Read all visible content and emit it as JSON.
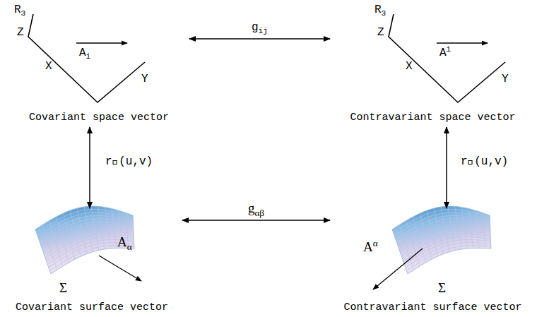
{
  "diagram": {
    "nodes": [
      {
        "text": [
          "Covariant space vector"
        ]
      },
      {
        "text": [
          "Contravariant space vector"
        ]
      },
      {
        "text": [
          "Covariant surface vector"
        ]
      },
      {
        "text": [
          "Contravariant surface vector"
        ]
      }
    ],
    "edges": [
      {
        "from": 0,
        "to": 1,
        "label": "gij",
        "arrow": "both"
      },
      {
        "from": 0,
        "to": 2,
        "label": "r⃗(u,v)",
        "arrow": "both"
      },
      {
        "from": 1,
        "to": 3,
        "label": "r⃗(u,v)",
        "arrow": "both"
      },
      {
        "from": 2,
        "to": 3,
        "label": "gαβ",
        "arrow": "both"
      }
    ],
    "labels": [
      "R3",
      "Z",
      "Ai",
      "X",
      "Y",
      "R3",
      "Z",
      "Ai",
      "X",
      "Y",
      "Aα",
      "Σ",
      "Aα",
      "Σ"
    ]
  }
}
